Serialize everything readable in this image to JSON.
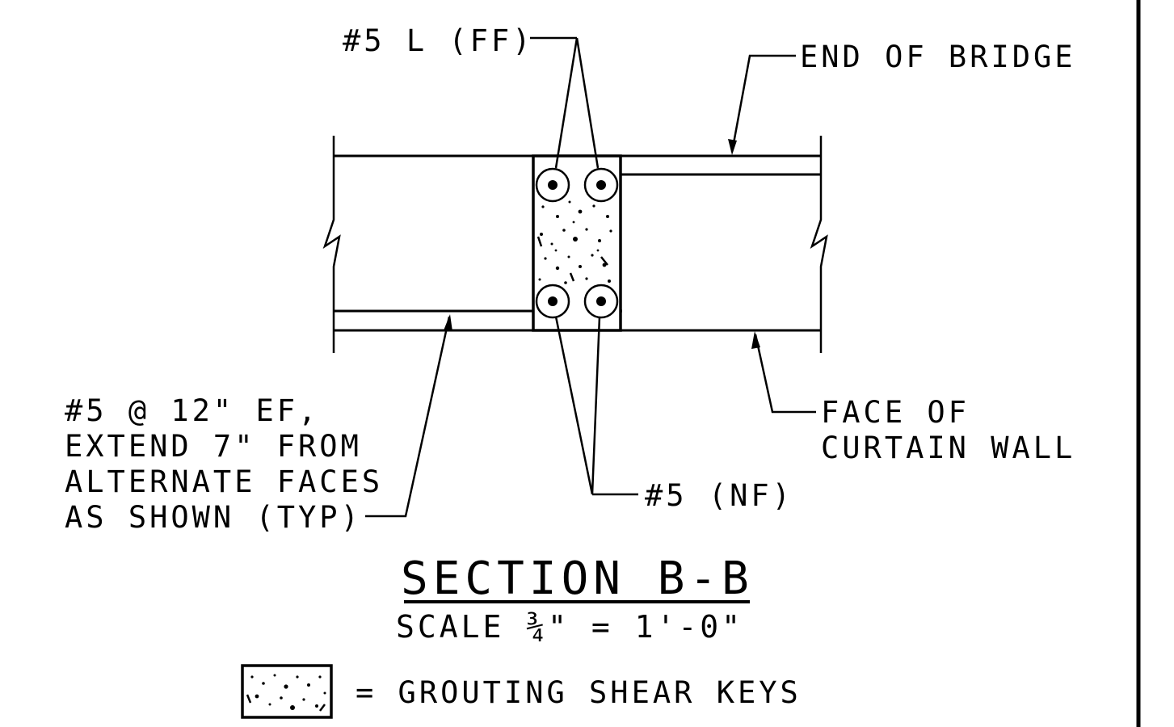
{
  "drawing": {
    "title": "SECTION B-B",
    "scale": "SCALE ¾\" = 1'-0\"",
    "legend_text": "= GROUTING SHEAR KEYS"
  },
  "callouts": {
    "top_bars": "#5 L (FF)",
    "end_of_bridge": "END OF BRIDGE",
    "face_line1": "FACE OF",
    "face_line2": "CURTAIN WALL",
    "bottom_bars": "#5 (NF)",
    "spacing_line1": "#5 @ 12\" EF,",
    "spacing_line2": "EXTEND 7\" FROM",
    "spacing_line3": "ALTERNATE FACES",
    "spacing_line4": "AS SHOWN (TYP)"
  },
  "colors": {
    "ink": "#000000",
    "paper": "#ffffff"
  }
}
